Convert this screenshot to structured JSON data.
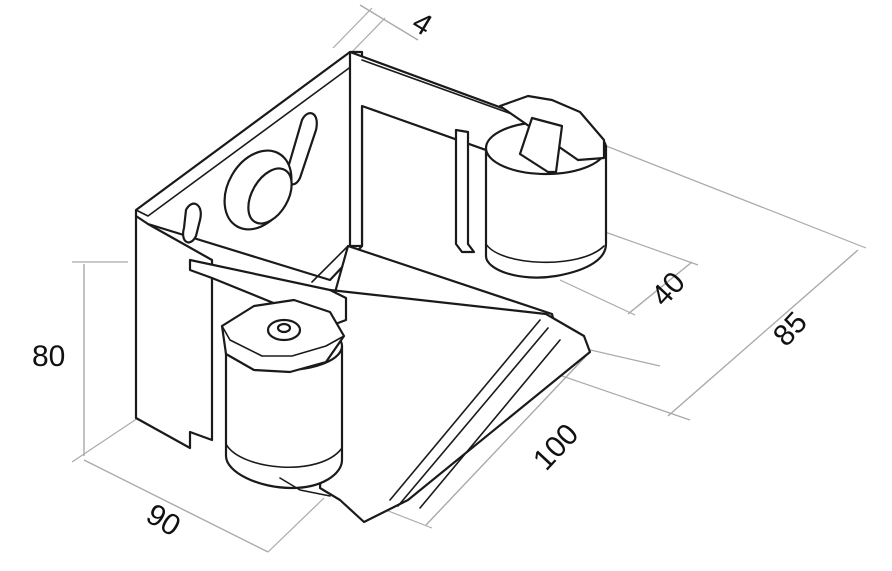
{
  "dimensions": {
    "thickness": "4",
    "wheel_spacing": "40",
    "depth": "85",
    "height": "80",
    "width": "90",
    "length": "100"
  },
  "colors": {
    "part_line": "#1a1a1a",
    "dimension_line": "#a9a9a9",
    "background": "#ffffff"
  }
}
